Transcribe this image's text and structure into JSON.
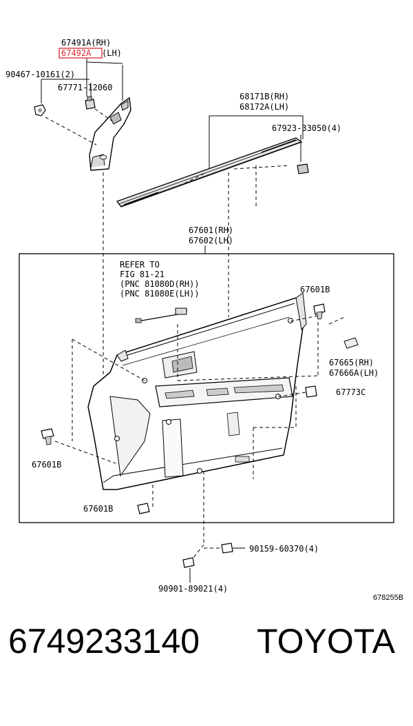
{
  "callouts": {
    "trim_rh": "67491A(RH)",
    "trim_lh": "67492A",
    "trim_lh_suffix": "(LH)",
    "screw": "90467-10161(2)",
    "clip_trim": "67771-12060",
    "weatherstrip_rh": "68171B(RH)",
    "weatherstrip_lh": "68172A(LH)",
    "ws_clip": "67923-33050(4)",
    "panel_rh": "67601(RH)",
    "panel_lh": "67602(LH)",
    "refer_1": "REFER TO",
    "refer_2": "FIG 81-21",
    "refer_3": "(PNC 81080D(RH))",
    "refer_4": "(PNC 81080E(LH))",
    "panel_clip_top": "67601B",
    "pad_rh": "67665(RH)",
    "pad_lh": "67666A(LH)",
    "clip_right": "67773C",
    "panel_clip_left": "67601B",
    "panel_clip_bottom": "67601B",
    "bolt": "90159-60370(4)",
    "clip_bottom": "90901-89021(4)",
    "figure_id": "678255B"
  },
  "highlight_color": "#d9262c",
  "footer": {
    "part_number": "6749233140",
    "brand": "TOYOTA"
  }
}
